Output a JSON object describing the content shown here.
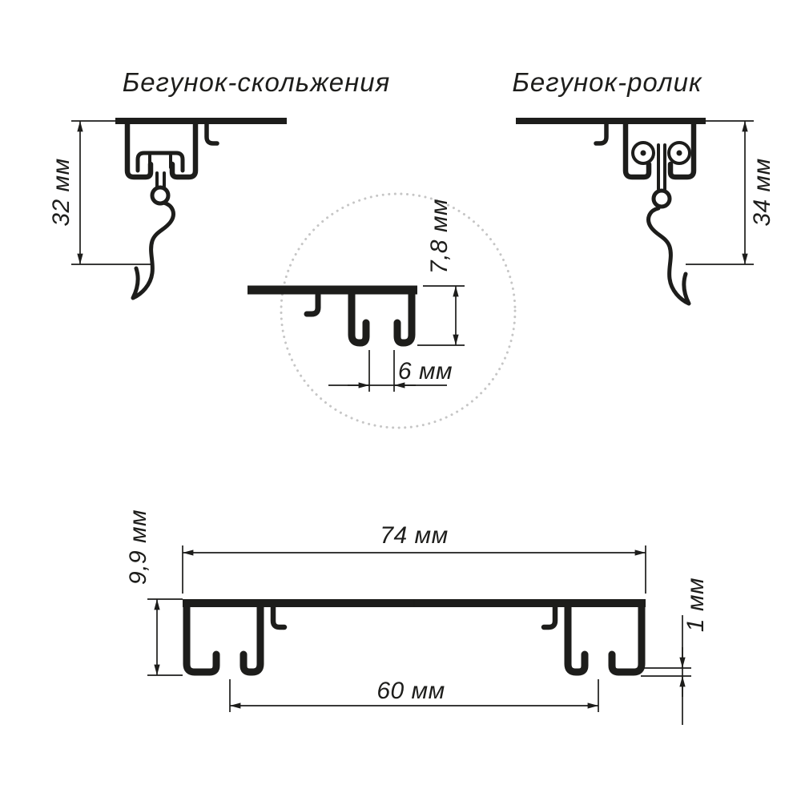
{
  "figures": {
    "sliding_runner": {
      "title": "Бегунок-скольжения",
      "height_dim": "32 мм"
    },
    "roller_runner": {
      "title": "Бегунок-ролик",
      "height_dim": "34 мм"
    },
    "channel_detail": {
      "height_dim": "7,8 мм",
      "slot_width_dim": "6 мм"
    },
    "profile": {
      "width_dim": "74 мм",
      "height_dim": "9,9 мм",
      "wall_thickness_dim": "1 мм",
      "channel_span_dim": "60 мм"
    }
  },
  "colors": {
    "line": "#1d1d1b",
    "dimension": "#1d1d1b",
    "detail_circle": "#c6c6c6",
    "background": "#ffffff"
  }
}
